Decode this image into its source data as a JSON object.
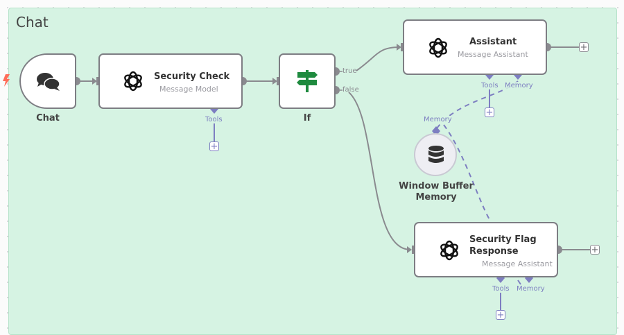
{
  "canvas": {
    "group_title": "Chat",
    "colors": {
      "group_bg": "#d6f3e3",
      "node_border": "#7d7d83",
      "sub_port": "#7d7ec1",
      "if_icon": "#1e8a3e",
      "trigger_icon": "#ff6d5a"
    }
  },
  "nodes": {
    "chat": {
      "label": "Chat",
      "icon": "chat-bubbles-icon"
    },
    "security_check": {
      "title": "Security Check",
      "subtitle": "Message Model",
      "icon": "openai-icon",
      "ports": {
        "tools": "Tools"
      }
    },
    "if": {
      "label": "If",
      "icon": "signpost-icon",
      "outputs": {
        "true": "true",
        "false": "false"
      }
    },
    "assistant": {
      "title": "Assistant",
      "subtitle": "Message Assistant",
      "icon": "openai-icon",
      "ports": {
        "tools": "Tools",
        "memory": "Memory"
      }
    },
    "window_buffer_memory": {
      "label_line1": "Window Buffer",
      "label_line2": "Memory",
      "icon": "database-icon",
      "port": "Memory"
    },
    "security_flag_response": {
      "title_line1": "Security Flag",
      "title_line2": "Response",
      "subtitle": "Message Assistant",
      "icon": "openai-icon",
      "ports": {
        "tools": "Tools",
        "memory": "Memory"
      }
    }
  },
  "buttons": {
    "add": "+"
  }
}
